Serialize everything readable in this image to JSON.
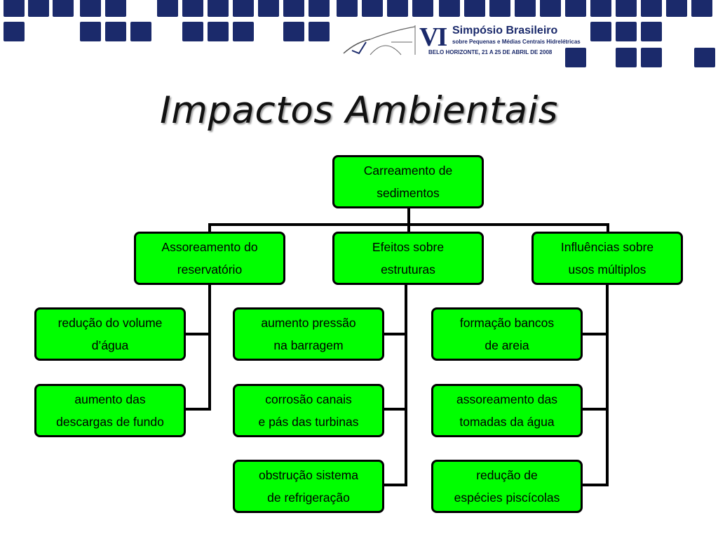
{
  "title": "Impactos Ambientais",
  "logo": {
    "roman": "VI",
    "line1": "Simpósio Brasileiro",
    "line2": "sobre Pequenas e Médias Centrais Hidrelétricas",
    "line3": "BELO HORIZONTE, 21 A 25 DE ABRIL DE 2008"
  },
  "colors": {
    "node_fill": "#00ff00",
    "squares": "#1b2a6b",
    "connector": "#000000"
  },
  "diagram": {
    "root": {
      "line1": "Carreamento de",
      "line2": "sedimentos"
    },
    "branches": [
      {
        "line1": "Assoreamento do",
        "line2": "reservatório",
        "children": [
          {
            "line1": "redução do volume",
            "line2": "d’água"
          },
          {
            "line1": "aumento das",
            "line2": "descargas de fundo"
          }
        ]
      },
      {
        "line1": "Efeitos sobre",
        "line2": "estruturas",
        "children": [
          {
            "line1": "aumento pressão",
            "line2": "na barragem"
          },
          {
            "line1": "corrosão canais",
            "line2": "e pás das turbinas"
          },
          {
            "line1": "obstrução sistema",
            "line2": "de refrigeração"
          }
        ]
      },
      {
        "line1": "Influências sobre",
        "line2": "usos múltiplos",
        "children": [
          {
            "line1": "formação bancos",
            "line2": "de areia"
          },
          {
            "line1": "assoreamento das",
            "line2": "tomadas da água"
          },
          {
            "line1": "redução de",
            "line2": "espécies piscícolas"
          }
        ]
      }
    ]
  }
}
